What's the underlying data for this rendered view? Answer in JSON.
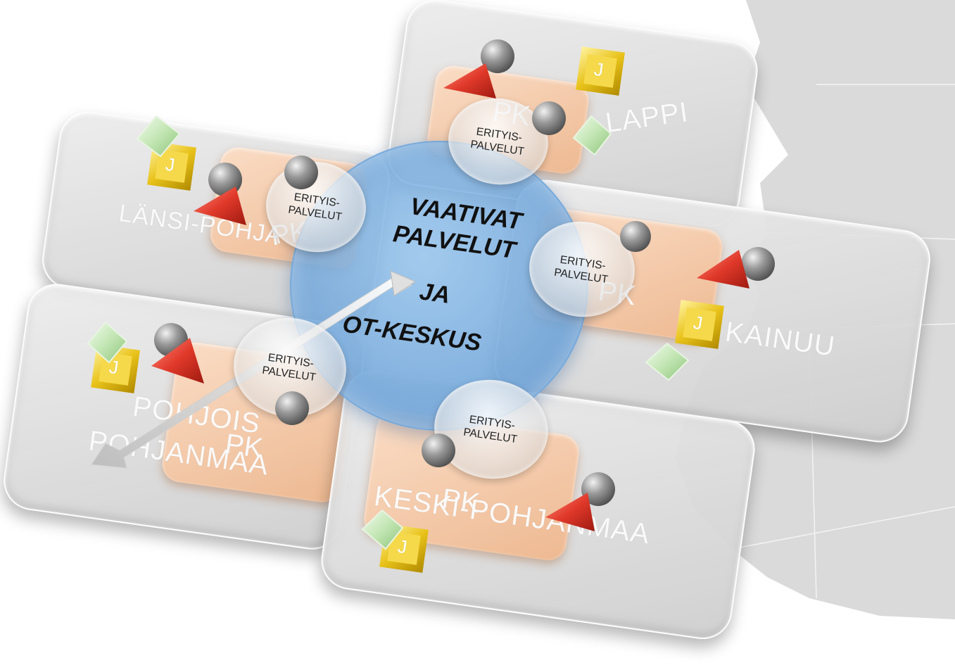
{
  "center": {
    "line1": "VAATIVAT",
    "line2": "PALVELUT",
    "line3": "JA",
    "line4": "OT-KESKUS"
  },
  "regions": {
    "lappi": "LAPPI",
    "lansi_pohja": "LÄNSI-POHJA",
    "kainuu": "KAINUU",
    "pohjois_pohjanmaa_1": "POHJOIS",
    "pohjois_pohjanmaa_2": "POHJANMAA",
    "keski_pohjanmaa": "KESKI-POHJANMAA"
  },
  "pk_label": "PK",
  "special_label": "ERITYIS-\nPALVELUT",
  "j_label": "J",
  "colors": {
    "center_blue": "#7fb0e0",
    "pk_orange": "#f2b98f",
    "tile_gray": "#d6d6d6",
    "map_gray": "#d9d9d9",
    "triangle_red": "#e03b2b",
    "j_gold": "#e8c21a",
    "diamond_green": "#bfe3b0",
    "sphere_gray": "#8a8a8a"
  }
}
